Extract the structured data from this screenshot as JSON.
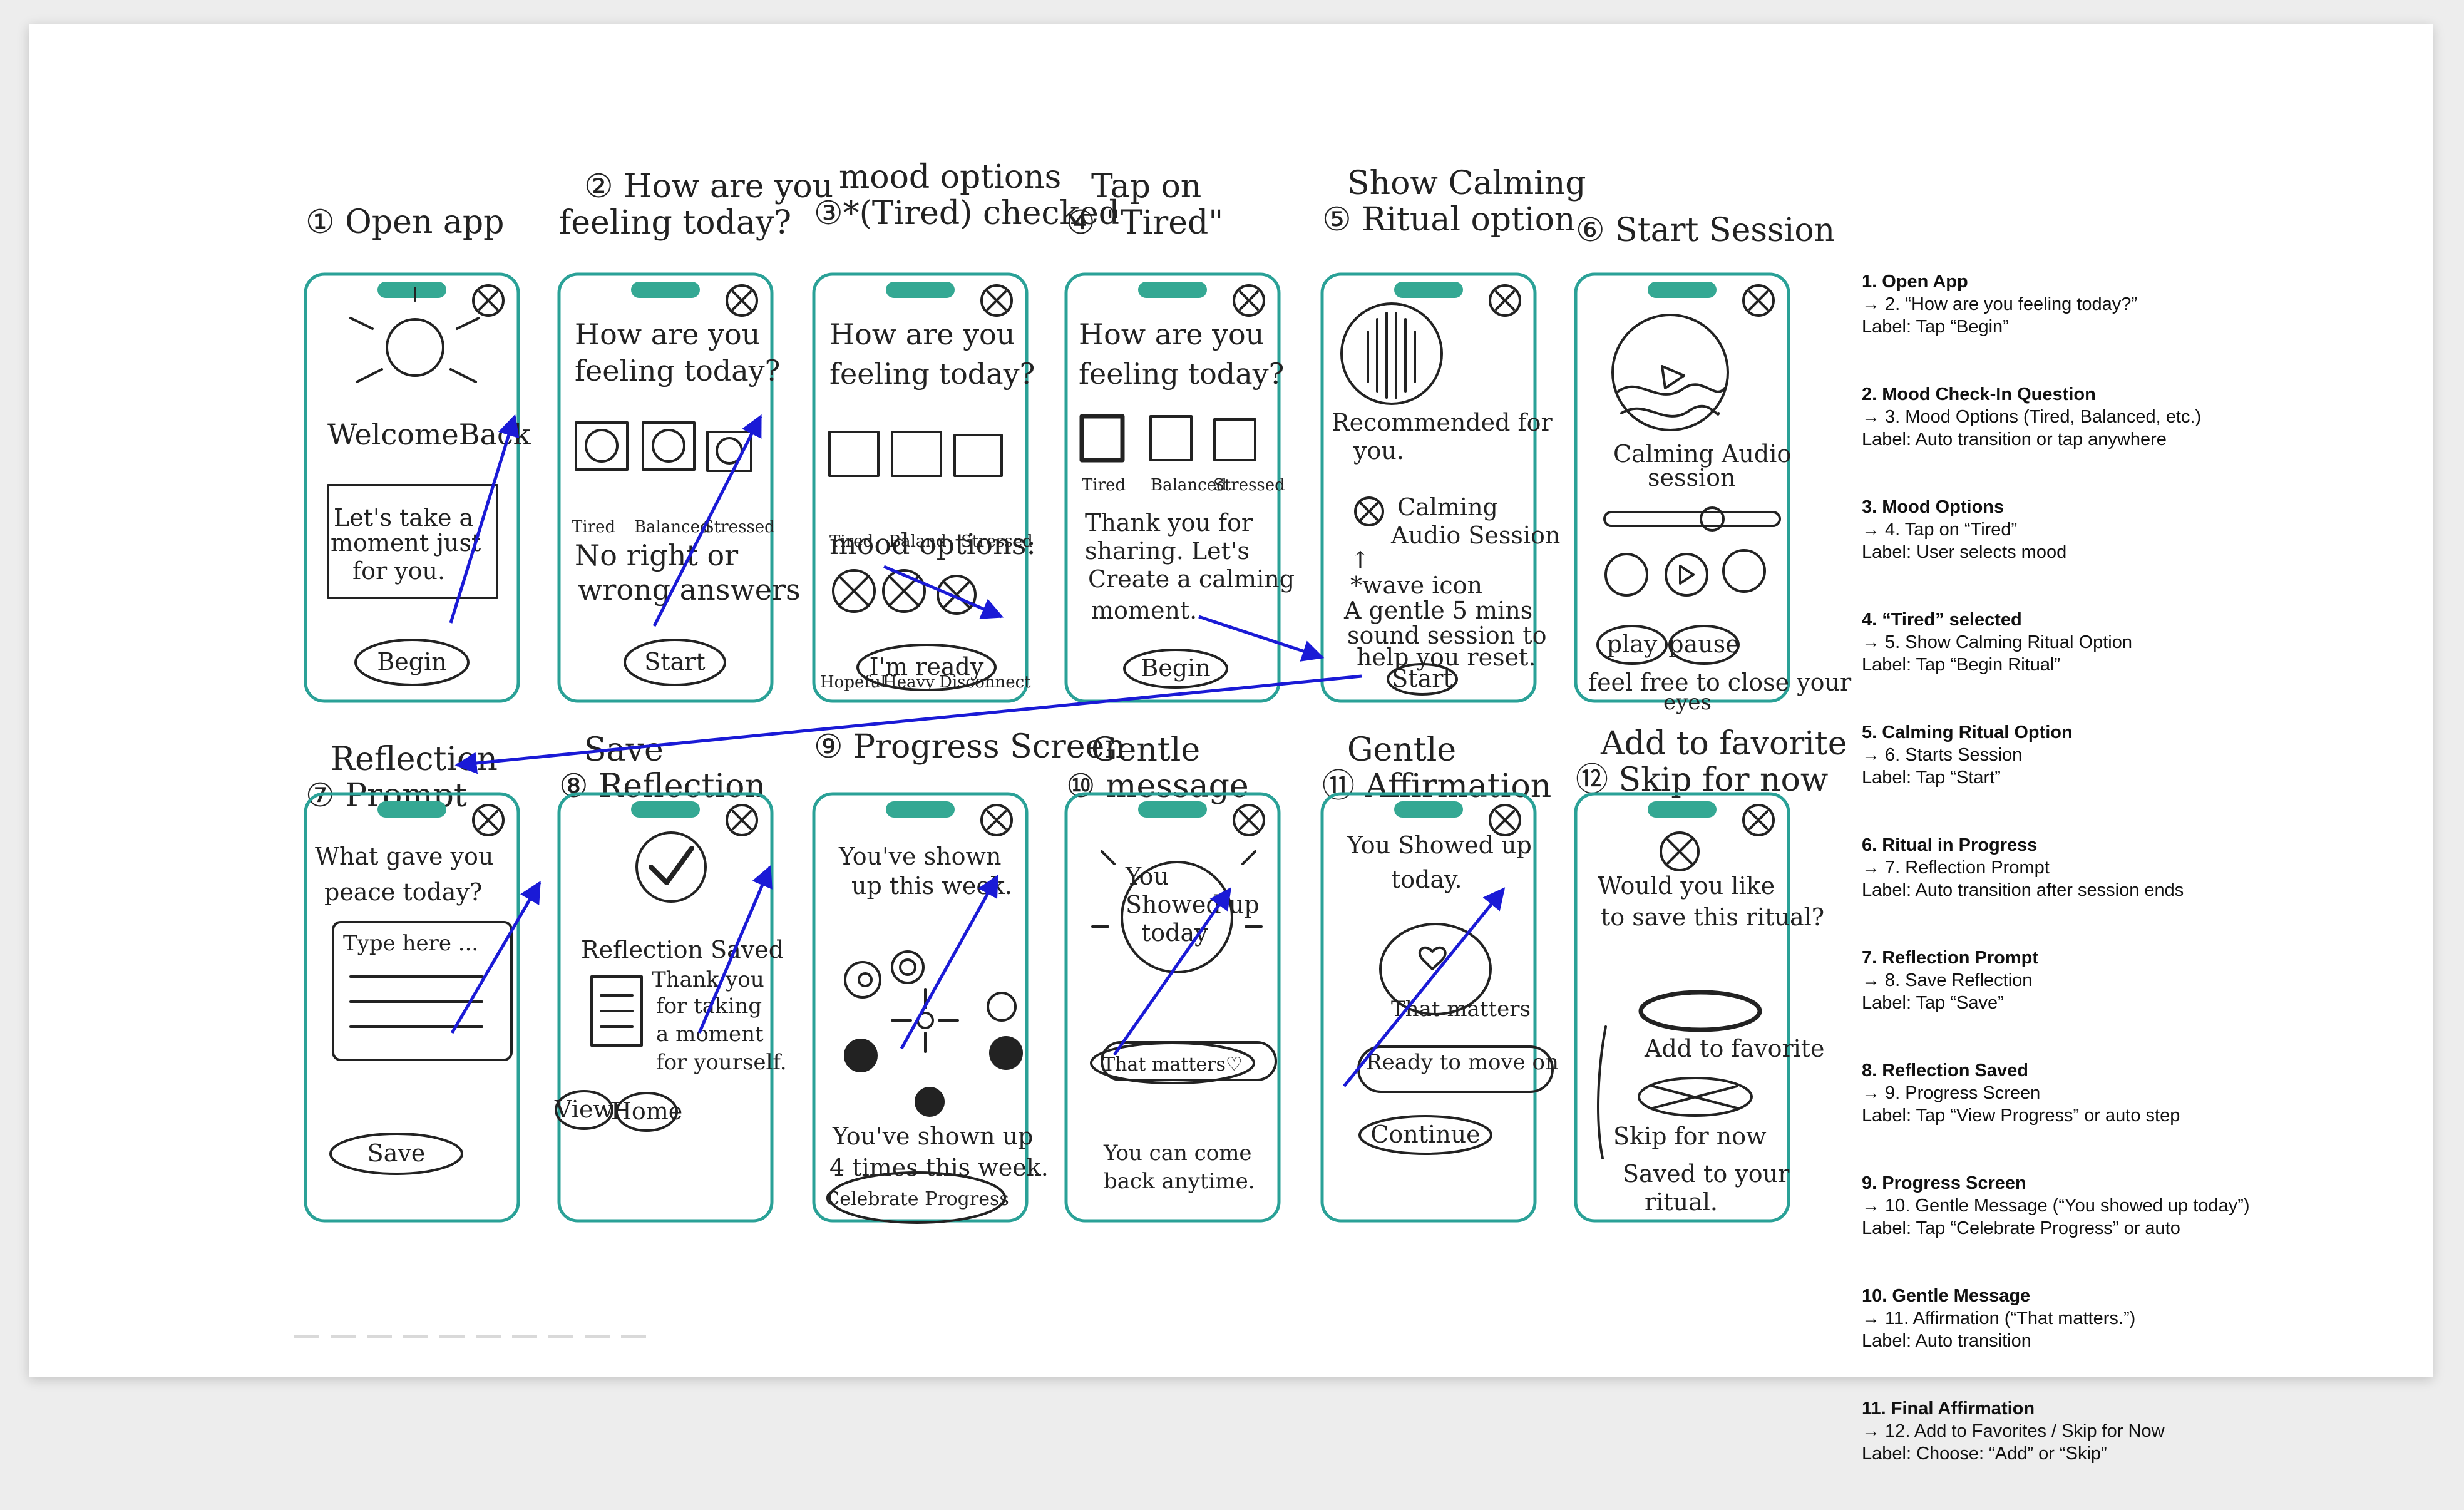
{
  "colors": {
    "frame": "#2aa197",
    "notch": "#34a893",
    "arrow": "#1a1ad6",
    "ink": "#222222"
  },
  "screens": [
    {
      "heading": [
        "① Open app"
      ],
      "lines": [
        "WelcomeBack",
        "Let's take a",
        "moment just",
        "for you."
      ],
      "labels": [],
      "button": "Begin"
    },
    {
      "heading": [
        "② How are you",
        "feeling today?"
      ],
      "lines": [
        "How are you",
        "feeling today?",
        "No right or",
        "wrong answers"
      ],
      "labels": [
        "Tired",
        "Balanced",
        "Stressed"
      ],
      "button": "Start"
    },
    {
      "heading": [
        "mood options",
        "③*(Tired) checked"
      ],
      "lines": [
        "How are you",
        "feeling today?",
        "mood options:"
      ],
      "labels": [
        "Tired",
        "Baland",
        "Stressed",
        "Hopeful",
        "Heavy",
        "Disconnect"
      ],
      "button": "I'm ready"
    },
    {
      "heading": [
        "Tap on",
        "④ \"Tired\""
      ],
      "lines": [
        "How are you",
        "feeling today?",
        "Thank you for",
        "sharing. Let's",
        "Create a calming",
        "moment."
      ],
      "labels": [
        "Tired",
        "Balanced",
        "Stressed"
      ],
      "button": "Begin"
    },
    {
      "heading": [
        "Show Calming",
        "⑤ Ritual option"
      ],
      "lines": [
        "Recommended for",
        "you.",
        "Calming",
        "Audio Session",
        "↑",
        "*wave icon",
        "A gentle 5 mins",
        "sound session to",
        "help you reset."
      ],
      "labels": [],
      "button": "Start"
    },
    {
      "heading": [
        "⑥ Start Session"
      ],
      "lines": [
        "Calming Audio",
        "session",
        "feel free to close your",
        "eyes"
      ],
      "labels": [],
      "buttons": [
        "play",
        "pause"
      ]
    },
    {
      "heading": [
        "Reflection",
        "⑦ Prompt"
      ],
      "lines": [
        "What gave you",
        "peace today?",
        "Type here ..."
      ],
      "labels": [],
      "button": "Save"
    },
    {
      "heading": [
        "Save",
        "⑧ Reflection"
      ],
      "lines": [
        "Reflection Saved",
        "Thank you",
        "for taking",
        "a moment",
        "for yourself."
      ],
      "labels": [],
      "buttons": [
        "View",
        "Home"
      ]
    },
    {
      "heading": [
        "⑨ Progress Screen"
      ],
      "lines": [
        "You've shown",
        "up this week.",
        "You've shown up",
        "4 times this week."
      ],
      "labels": [],
      "button": "Celebrate Progress"
    },
    {
      "heading": [
        "Gentle",
        "⑩ message"
      ],
      "lines": [
        "You",
        "Showed up",
        "today",
        "You can come",
        "back anytime."
      ],
      "labels": [],
      "button": "That matters♡"
    },
    {
      "heading": [
        "Gentle",
        "⑪ Affirmation"
      ],
      "lines": [
        "You Showed up",
        "today.",
        "That matters",
        "Ready to move on"
      ],
      "labels": [],
      "button": "Continue"
    },
    {
      "heading": [
        "Add to favorite",
        "⑫ Skip for now"
      ],
      "lines": [
        "Would you like",
        "to save this ritual?",
        "Add to favorite",
        "Skip for now",
        "Saved to your",
        "ritual."
      ],
      "labels": []
    }
  ],
  "notes": [
    {
      "title": "1. Open App",
      "next": "→ 2. “How are you feeling today?”",
      "label": "Label: Tap “Begin”"
    },
    {
      "title": "2. Mood Check-In Question",
      "next": "→ 3. Mood Options (Tired, Balanced, etc.)",
      "label": "Label: Auto transition or tap anywhere"
    },
    {
      "title": "3. Mood Options",
      "next": "→ 4. Tap on “Tired”",
      "label": "Label: User selects mood"
    },
    {
      "title": "4. “Tired” selected",
      "next": "→ 5. Show Calming Ritual Option",
      "label": "Label: Tap “Begin Ritual”"
    },
    {
      "title": "5. Calming Ritual Option",
      "next": "→ 6. Starts Session",
      "label": "Label: Tap “Start”"
    },
    {
      "title": "6. Ritual in Progress",
      "next": "→ 7. Reflection Prompt",
      "label": "Label: Auto transition after session ends"
    },
    {
      "title": "7. Reflection Prompt",
      "next": "→ 8. Save Reflection",
      "label": "Label: Tap “Save”"
    },
    {
      "title": "8. Reflection Saved",
      "next": "→ 9. Progress Screen",
      "label": "Label: Tap “View Progress” or auto step"
    },
    {
      "title": "9. Progress Screen",
      "next": "→ 10. Gentle Message (“You showed up today”)",
      "label": "Label: Tap “Celebrate Progress” or auto"
    },
    {
      "title": "10. Gentle Message",
      "next": "→ 11. Affirmation (“That matters.”)",
      "label": "Label: Auto transition"
    },
    {
      "title": "11. Final Affirmation",
      "next": "→ 12. Add to Favorites / Skip for Now",
      "label": "Label: Choose: “Add” or “Skip”"
    }
  ]
}
